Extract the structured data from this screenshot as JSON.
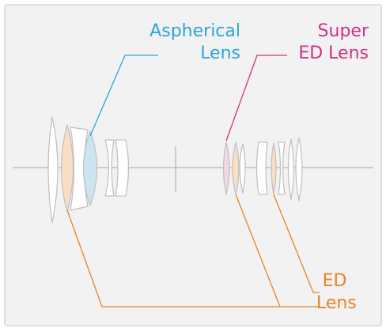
{
  "colors": {
    "background": "#f2f2f2",
    "frame": "#d6d6d6",
    "axis": "#b5b5b5",
    "lens_outline": "#c2c2c2",
    "lens_fill": "#ffffff",
    "aspherical": "#2aa6de",
    "aspherical_fill": "#cde4f1",
    "super_ed": "#d6307f",
    "super_ed_fill": "#f0d8e4",
    "ed": "#ef8224",
    "ed_fill": "#f8dfc4"
  },
  "labels": {
    "aspherical": {
      "line1": "Aspherical",
      "line2": "Lens"
    },
    "super_ed": {
      "line1": "Super",
      "line2": "ED Lens"
    },
    "ed": {
      "line1": "ED",
      "line2": "Lens"
    }
  }
}
